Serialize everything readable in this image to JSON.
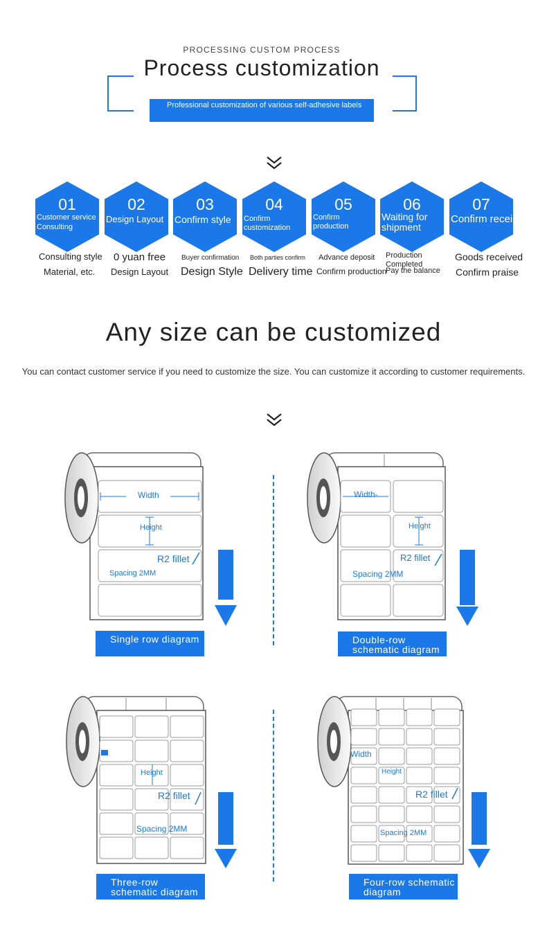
{
  "header": {
    "subtitle": "PROCESSING CUSTOM PROCESS",
    "title": "Process customization",
    "tagline": "Professional customization of various self-adhesive labels"
  },
  "steps": [
    {
      "num": "01",
      "label": "Customer service Consulting",
      "line1": "Consulting style",
      "line2": "Material, etc."
    },
    {
      "num": "02",
      "label": "Design Layout",
      "line1": "0 yuan free",
      "line2": "Design Layout"
    },
    {
      "num": "03",
      "label": "Confirm style",
      "line1": "Buyer confirmation",
      "line2": "Design Style"
    },
    {
      "num": "04",
      "label": "Confirm customization",
      "line1": "Both parties confirm",
      "line2": "Delivery time"
    },
    {
      "num": "05",
      "label": "Confirm production",
      "line1": "Advance deposit",
      "line2": "Confirm production"
    },
    {
      "num": "06",
      "label": "Waiting for shipment",
      "line1": "Production Completed",
      "line2": "Pay the balance"
    },
    {
      "num": "07",
      "label": "Confirm receipt",
      "line1": "Goods received",
      "line2": "Confirm praise"
    }
  ],
  "size": {
    "title": "Any size can be customized",
    "description": "You can contact customer service if you need to customize the size. You can customize it according to customer requirements."
  },
  "diagrams": [
    {
      "caption": "Single row diagram",
      "width": "Width",
      "height": "Height",
      "fillet": "R2 fillet",
      "spacing": "Spacing 2MM",
      "direction": "Paper output direction"
    },
    {
      "caption": "Double-row schematic diagram",
      "width": "Width-",
      "height": "Height",
      "fillet": "R2 fillet",
      "spacing": "Spacing 2MM",
      "direction": "Paper output direction"
    },
    {
      "caption": "Three-row schematic diagram",
      "width": "",
      "height": "Height",
      "fillet": "R2 fillet",
      "spacing": "Spacing 2MM",
      "direction": "Paper output direction"
    },
    {
      "caption": "Four-row schematic diagram",
      "width": "Width",
      "height": "Height",
      "fillet": "R2 fillet",
      "spacing": "Spacing 2MM",
      "direction": "Paper output direction"
    }
  ],
  "colors": {
    "accent": "#1b78e8"
  },
  "icons": [
    "double-chevron-down-icon",
    "label-roll-icon",
    "arrow-down-icon"
  ]
}
